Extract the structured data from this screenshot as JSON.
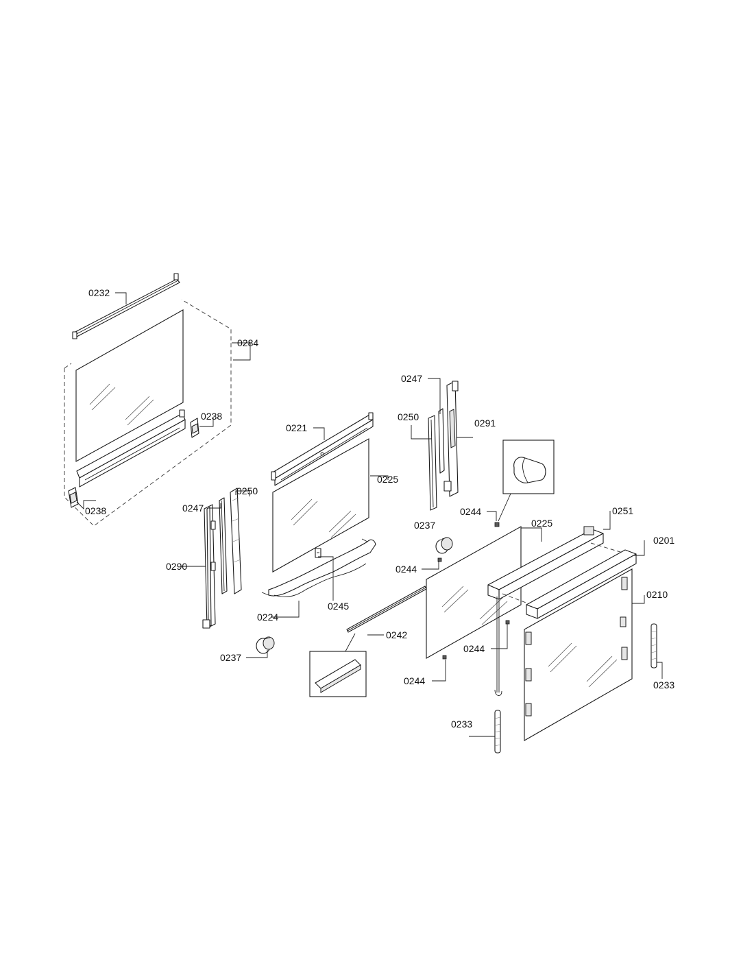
{
  "diagram": {
    "labels": {
      "l0232": "0232",
      "l0284": "0284",
      "l0238a": "0238",
      "l0238b": "0238",
      "l0221": "0221",
      "l0225a": "0225",
      "l0247a": "0247",
      "l0250a": "0250",
      "l0290": "0290",
      "l0224": "0224",
      "l0245": "0245",
      "l0237a": "0237",
      "l0247b": "0247",
      "l0250b": "0250",
      "l0291": "0291",
      "l0244a": "0244",
      "l0237b": "0237",
      "l0244b": "0244",
      "l0225b": "0225",
      "l0251": "0251",
      "l0201": "0201",
      "l0210": "0210",
      "l0242": "0242",
      "l0244c": "0244",
      "l0244d": "0244",
      "l0233a": "0233",
      "l0233b": "0233"
    }
  }
}
